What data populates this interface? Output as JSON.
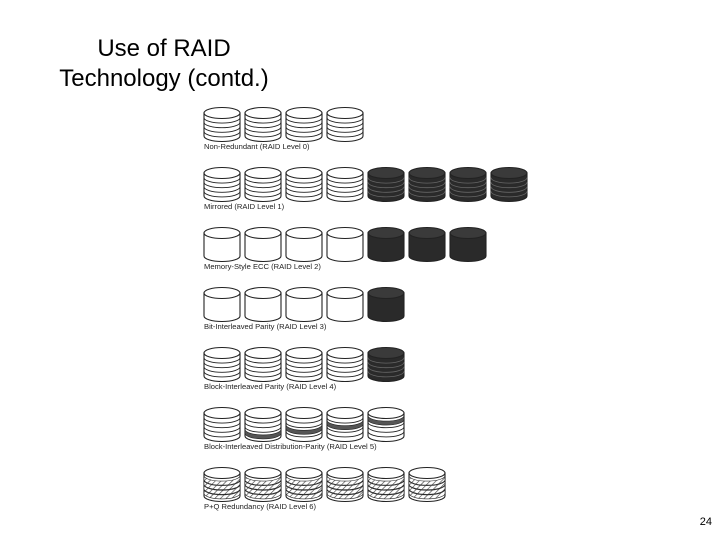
{
  "slide": {
    "title_line1": "Use of RAID",
    "title_line2": "Technology (contd.)",
    "page_number": "24"
  },
  "colors": {
    "disk_outline": "#222222",
    "redundancy_fill": "#2a2a2a",
    "redundancy_band": "#555555"
  },
  "levels": [
    {
      "label": "Non-Redundant (RAID Level 0)",
      "data_disks": 4,
      "redundancy_disks": 0,
      "style": "striped"
    },
    {
      "label": "Mirrored (RAID Level 1)",
      "data_disks": 4,
      "redundancy_disks": 4,
      "style": "striped"
    },
    {
      "label": "Memory-Style ECC (RAID Level 2)",
      "data_disks": 4,
      "redundancy_disks": 3,
      "style": "plain"
    },
    {
      "label": "Bit-Interleaved Parity (RAID Level 3)",
      "data_disks": 4,
      "redundancy_disks": 1,
      "style": "plain"
    },
    {
      "label": "Block-Interleaved Parity (RAID Level 4)",
      "data_disks": 4,
      "redundancy_disks": 1,
      "style": "striped"
    },
    {
      "label": "Block-Interleaved Distribution-Parity (RAID Level 5)",
      "data_disks": 5,
      "redundancy_disks": 0,
      "style": "distributed"
    },
    {
      "label": "P+Q Redundancy (RAID Level 6)",
      "data_disks": 6,
      "redundancy_disks": 0,
      "style": "hatched"
    }
  ]
}
